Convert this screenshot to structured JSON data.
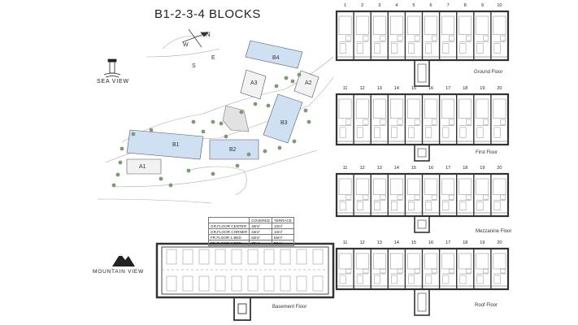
{
  "title": "B1-2-3-4 BLOCKS",
  "logos": {
    "sea": {
      "label": "SEA VIEW",
      "icon": "lighthouse-icon"
    },
    "mountain": {
      "label": "MOUNTAIN VIEW",
      "icon": "mountain-icon"
    }
  },
  "compass": {
    "n": "N",
    "w": "W",
    "e": "E",
    "s": "S",
    "icon": "compass-icon"
  },
  "site_blocks": [
    "B4",
    "A3",
    "A2",
    "B3",
    "B1",
    "B2",
    "A1"
  ],
  "area_table": {
    "headers": [
      "",
      "COVERED",
      "TERRACE"
    ],
    "rows": [
      [
        "GR.FLOOR CENTER",
        "40m²",
        "10m²"
      ],
      [
        "GR.FLOOR CORNER",
        "43m²",
        "10m²"
      ],
      [
        "FR.FLOOR 1 BED",
        "62m²",
        "55m²"
      ],
      [
        "FR.FLOOR 2 BED",
        "75m²",
        "55m²"
      ]
    ]
  },
  "floors": {
    "ground": {
      "label": "Ground Floor",
      "units": [
        "1",
        "2",
        "3",
        "4",
        "5",
        "6",
        "7",
        "8",
        "9",
        "10"
      ]
    },
    "first": {
      "label": "First Floor",
      "units": [
        "11",
        "12",
        "13",
        "14",
        "15",
        "16",
        "17",
        "18",
        "19",
        "20"
      ]
    },
    "mezzanine": {
      "label": "Mezzanine Floor",
      "units": [
        "11",
        "12",
        "13",
        "14",
        "15",
        "16",
        "17",
        "18",
        "19",
        "20"
      ]
    },
    "roof": {
      "label": "Roof Floor",
      "units": [
        "11",
        "12",
        "13",
        "14",
        "15",
        "16",
        "17",
        "18",
        "19",
        "20"
      ]
    },
    "basement": {
      "label": "Basement Floor"
    }
  }
}
